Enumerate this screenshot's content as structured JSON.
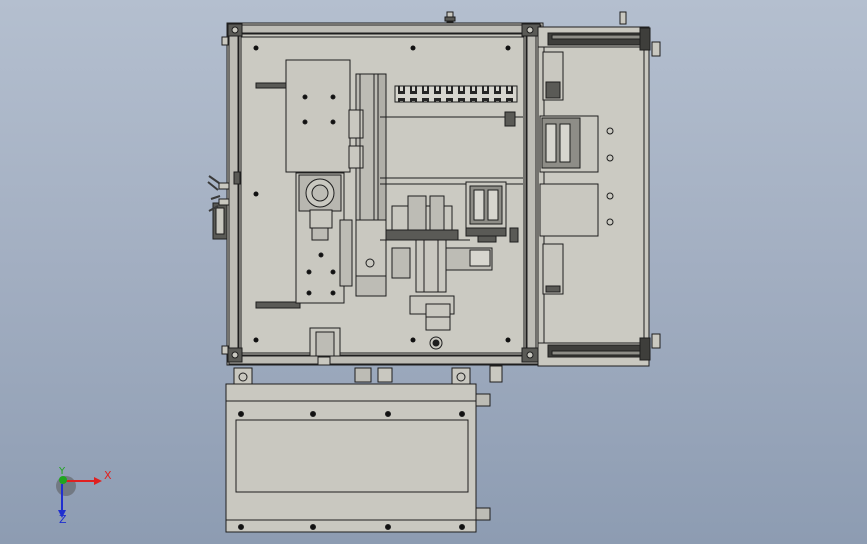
{
  "viewport": {
    "background_top": "#b4bfcf",
    "background_bottom": "#8d9cb2"
  },
  "model": {
    "part_color": "#c9c8c0",
    "part_dark": "#9f9e98",
    "edge_color": "#1e1e1e",
    "hole_color": "#111111"
  },
  "triad": {
    "x_label": "X",
    "y_label": "Y",
    "z_label": "Z",
    "x_color": "#e02020",
    "y_color": "#1fa51f",
    "z_color": "#1f2fd0"
  }
}
